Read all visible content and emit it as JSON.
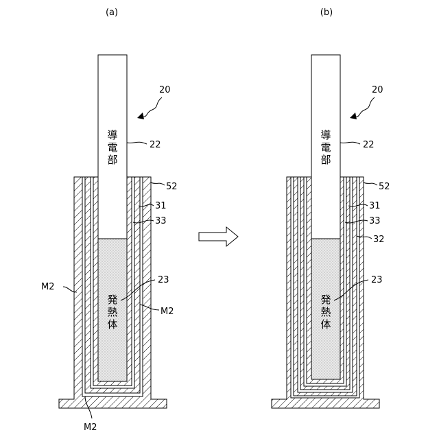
{
  "panels": [
    {
      "label": "(a)",
      "device_ref": "20",
      "conductor_text": "導電部",
      "conductor_ref": "22",
      "heater_text": "発熱体",
      "heater_ref": "23",
      "layer_refs": [
        "52",
        "31",
        "33"
      ],
      "gap_label_left": "M2",
      "gap_label_right": "M2",
      "gap_label_bottom": "M2"
    },
    {
      "label": "(b)",
      "device_ref": "20",
      "conductor_text": "導電部",
      "conductor_ref": "22",
      "heater_text": "発熱体",
      "heater_ref": "23",
      "layer_refs": [
        "52",
        "31",
        "33",
        "32"
      ]
    }
  ],
  "arrow_icon": "right-outline-arrow"
}
